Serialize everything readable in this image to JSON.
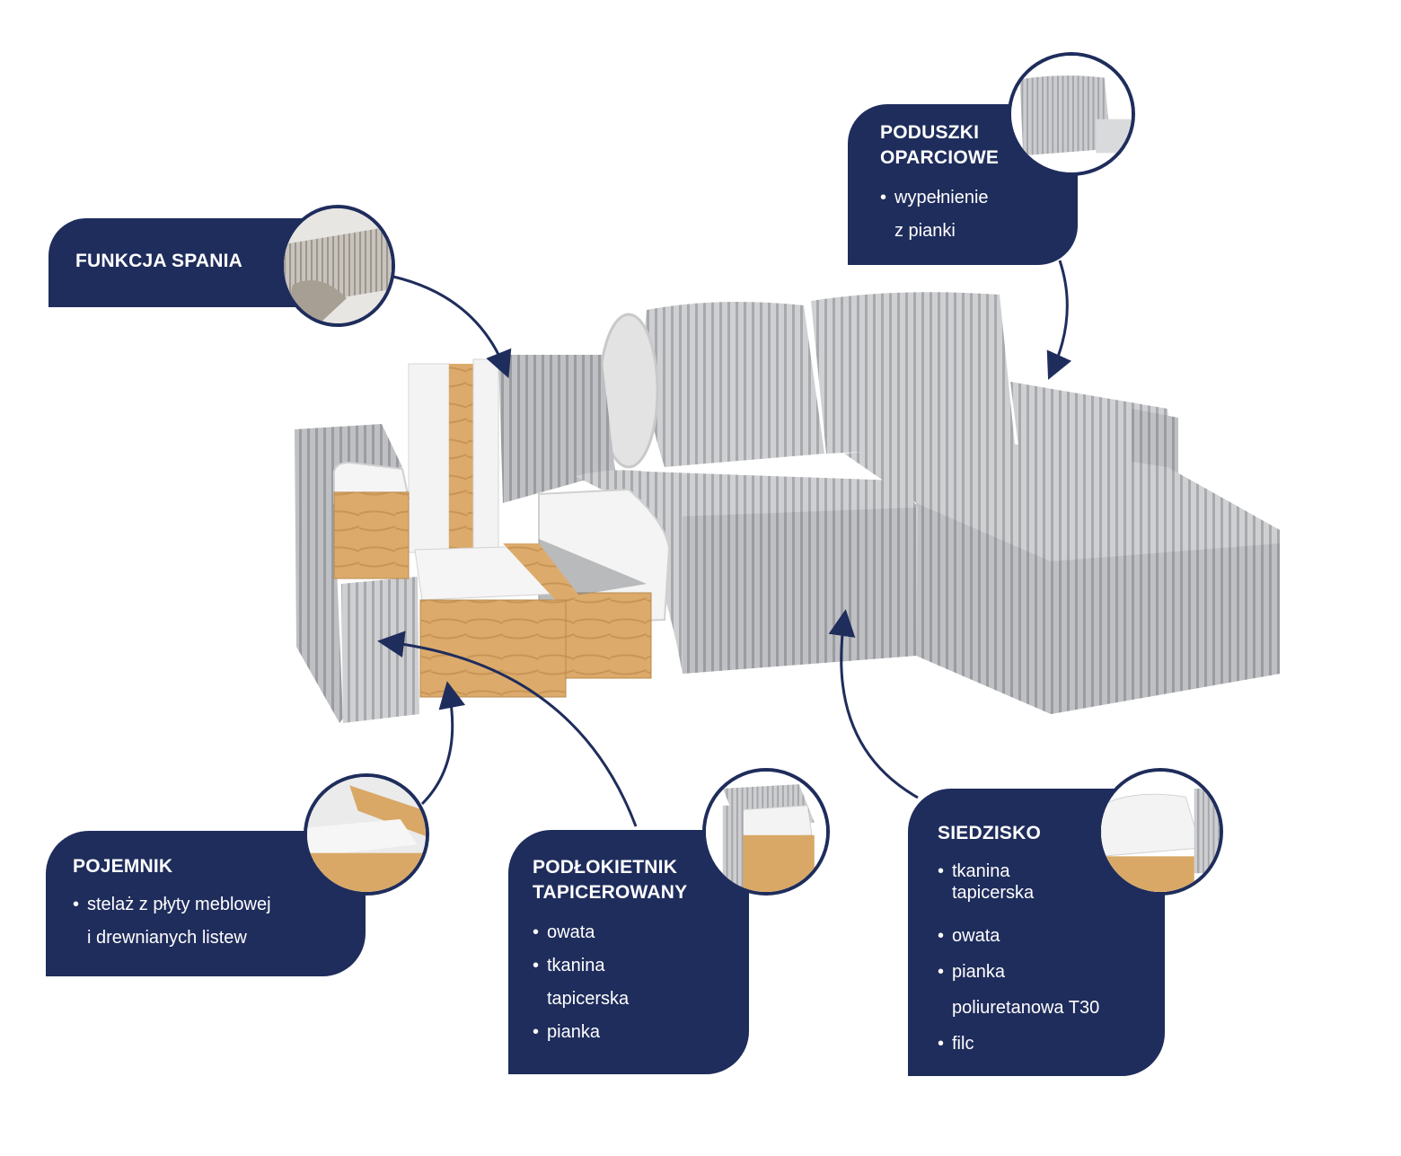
{
  "colors": {
    "navy": "#1f2d5c",
    "fabric": "#c9cacc",
    "fabric_dark": "#a9abaf",
    "foam": "#f1f1f1",
    "wood": "#d9a866"
  },
  "cards": {
    "funkcja_spania": {
      "title": "FUNKCJA SPANIA"
    },
    "poduszki": {
      "title": "PODUSZKI\nOPARCIOWE",
      "items": [
        "wypełnienie\nz pianki"
      ]
    },
    "pojemnik": {
      "title": "POJEMNIK",
      "items": [
        "stelaż z płyty meblowej\ni drewnianych listew"
      ]
    },
    "podlokietnik": {
      "title": "PODŁOKIETNIK\nTAPICEROWANY",
      "items": [
        "owata",
        "tkanina\ntapicerska",
        "pianka"
      ]
    },
    "siedzisko": {
      "title": "SIEDZISKO",
      "items": [
        "tkanina\ntapicerska",
        "owata",
        "pianka\npoliuretanowa  T30",
        "filc"
      ]
    }
  },
  "icons": {
    "arrow": "arrow-icon",
    "detail": "zoom-detail-icon"
  }
}
